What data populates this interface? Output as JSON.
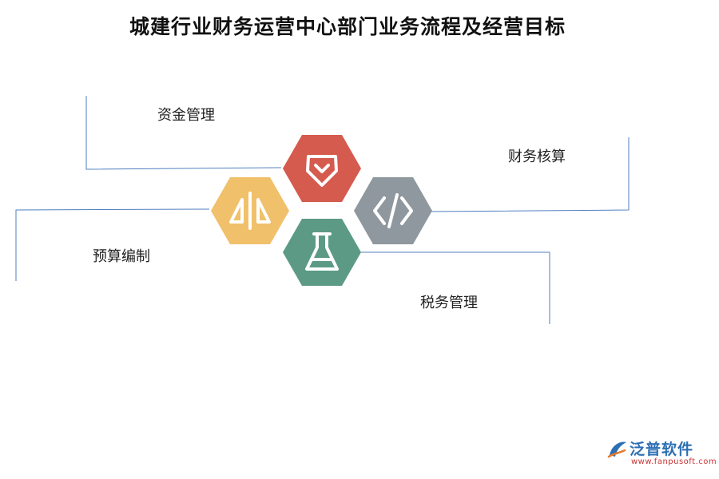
{
  "title": "城建行业财务运营中心部门业务流程及经营目标",
  "items": [
    {
      "label": "资金管理",
      "color": "#d45b4e",
      "icon": "diamond-chevron-icon"
    },
    {
      "label": "财务核算",
      "color": "#8e989e",
      "icon": "code-icon"
    },
    {
      "label": "预算编制",
      "color": "#f0c06a",
      "icon": "balance-icon"
    },
    {
      "label": "税务管理",
      "color": "#5c9a86",
      "icon": "flask-icon"
    }
  ],
  "line_color": "#4f7fc0",
  "logo": {
    "name": "泛普软件",
    "url": "www.fanpusoft.com",
    "color": "#2d6fb3",
    "url_color": "#cc3333"
  }
}
